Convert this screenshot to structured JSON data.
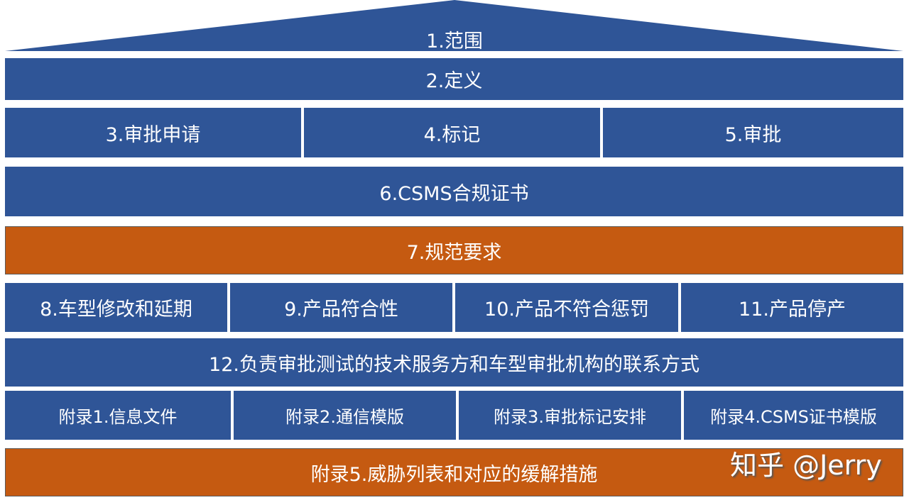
{
  "colors": {
    "blue": "#2F5597",
    "orange": "#C55A11"
  },
  "sections": {
    "s1": "1.范围",
    "s2": "2.定义",
    "s3": "3.审批申请",
    "s4": "4.标记",
    "s5": "5.审批",
    "s6": "6.CSMS合规证书",
    "s7": "7.规范要求",
    "s8": "8.车型修改和延期",
    "s9": "9.产品符合性",
    "s10": "10.产品不符合惩罚",
    "s11": "11.产品停产",
    "s12": "12.负责审批测试的技术服务方和车型审批机构的联系方式",
    "a1": "附录1.信息文件",
    "a2": "附录2.通信模版",
    "a3": "附录3.审批标记安排",
    "a4": "附录4.CSMS证书模版",
    "a5": "附录5.威胁列表和对应的缓解措施"
  },
  "watermark": "知乎 @Jerry"
}
